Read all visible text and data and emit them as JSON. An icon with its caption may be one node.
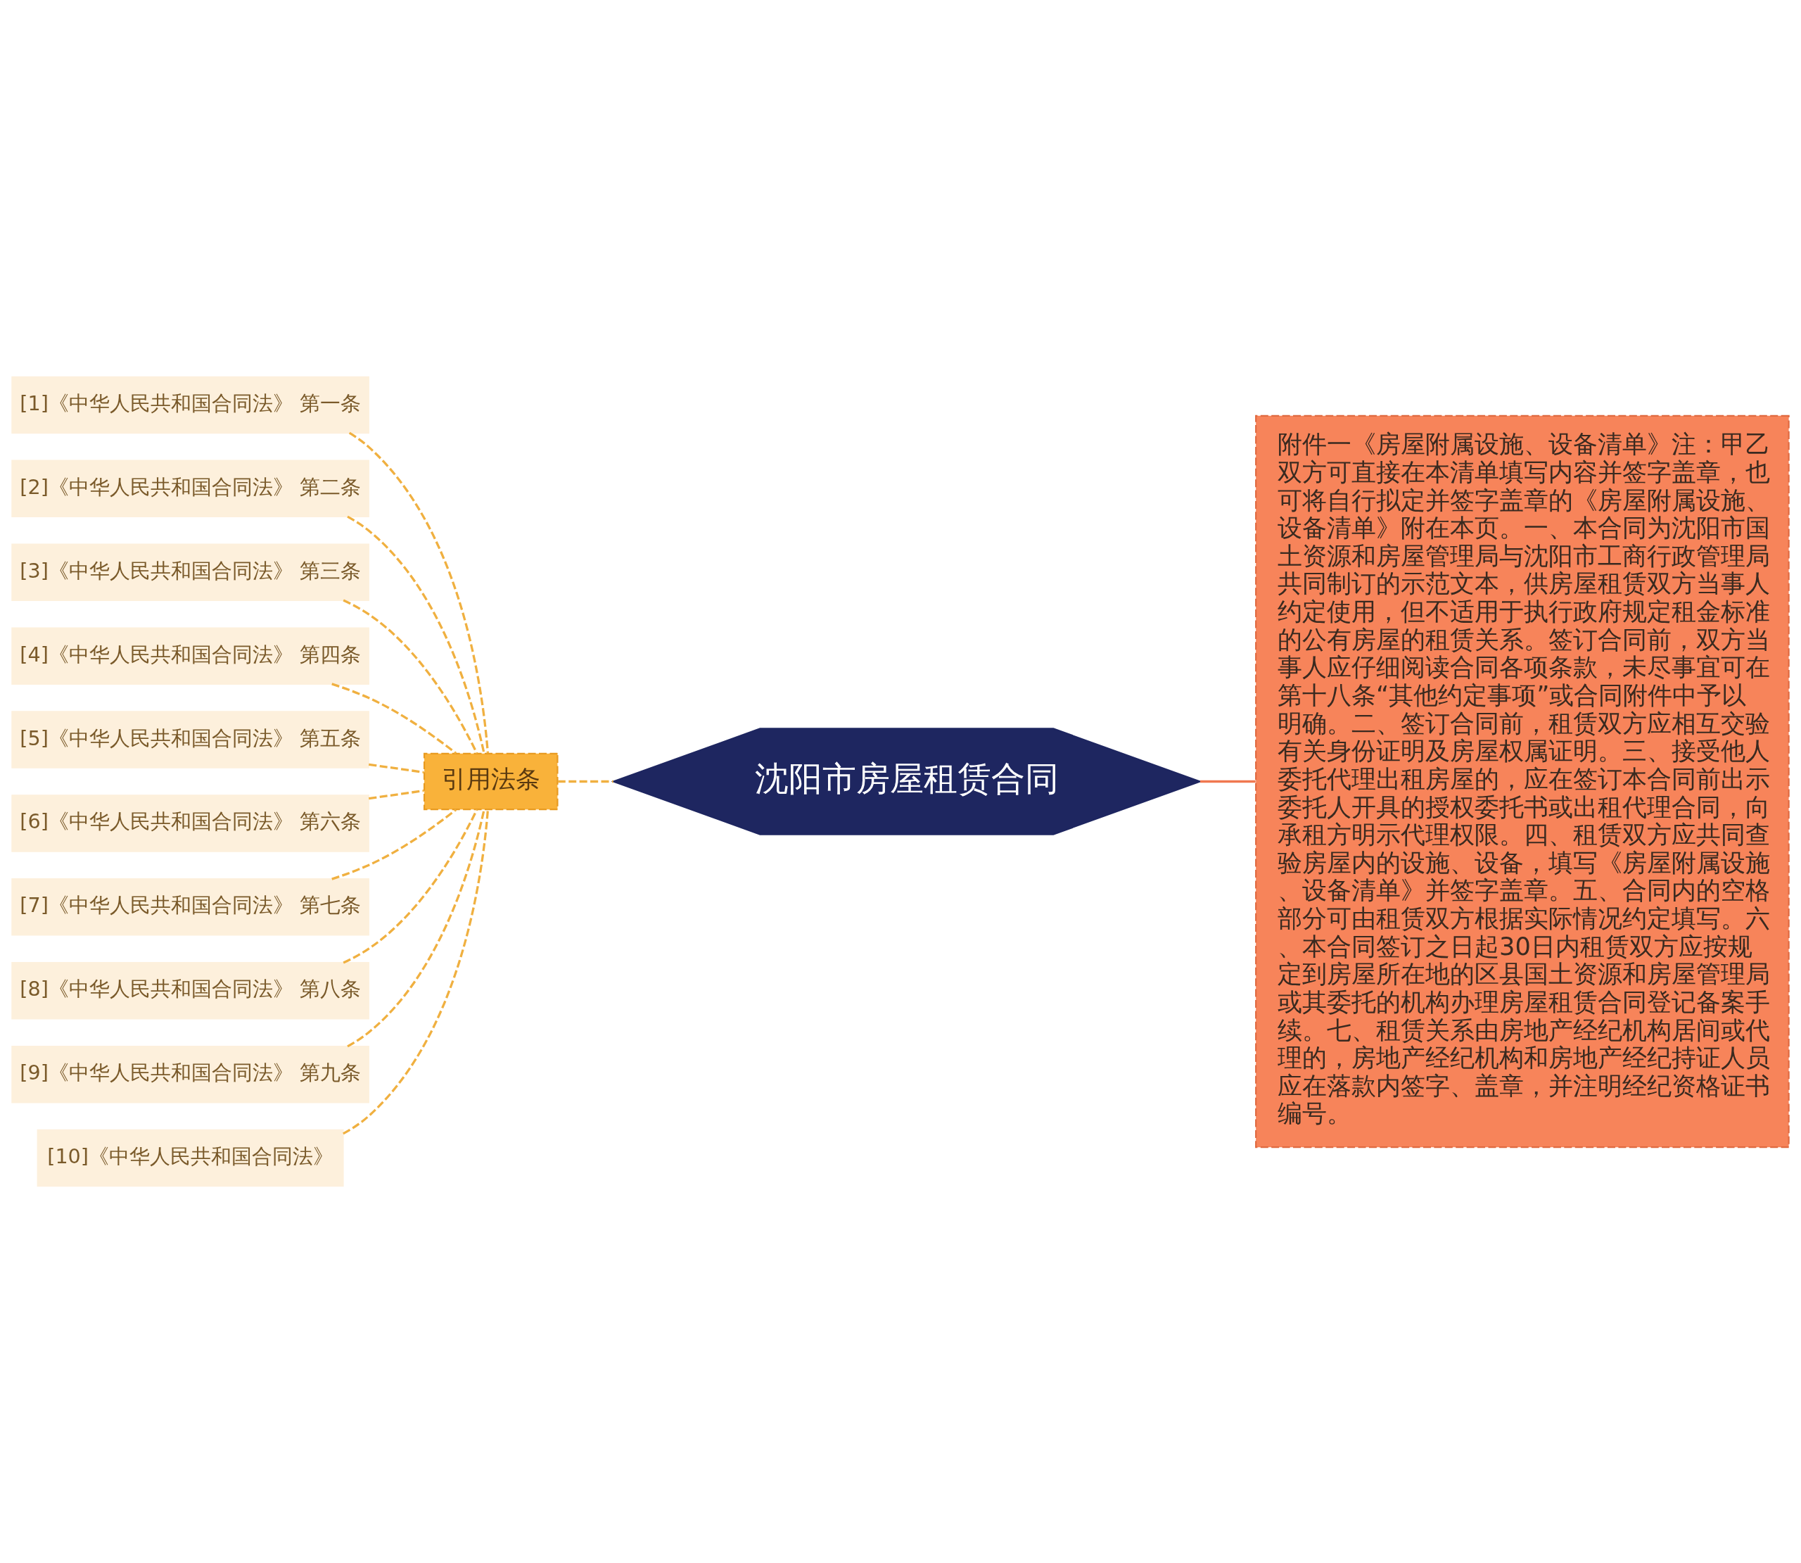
{
  "diagram": {
    "nodes": [
      {
        "text": [
          "沈阳市房屋租赁合同"
        ]
      },
      {
        "text": [
          "引用法条"
        ]
      },
      {
        "text": [
          "[1]《中华人民共和国合同法》 第一条"
        ]
      },
      {
        "text": [
          "[2]《中华人民共和国合同法》 第二条"
        ]
      },
      {
        "text": [
          "[3]《中华人民共和国合同法》 第三条"
        ]
      },
      {
        "text": [
          "[4]《中华人民共和国合同法》 第四条"
        ]
      },
      {
        "text": [
          "[5]《中华人民共和国合同法》 第五条"
        ]
      },
      {
        "text": [
          "[6]《中华人民共和国合同法》 第六条"
        ]
      },
      {
        "text": [
          "[7]《中华人民共和国合同法》 第七条"
        ]
      },
      {
        "text": [
          "[8]《中华人民共和国合同法》 第八条"
        ]
      },
      {
        "text": [
          "[9]《中华人民共和国合同法》 第九条"
        ]
      },
      {
        "text": [
          "[10]《中华人民共和国合同法》"
        ]
      },
      {
        "text": [
          "附件一《房屋附属设施、设备清单》注：甲乙双方可直接在本清单填写内容并签字盖章，也可将自行拟定并签字盖章的《房屋附属设施、设备清单》附在本页。一、本合同为沈阳市国土资源和房屋管理局与沈阳市工商行政管理局共同制订的示范文本，供房屋租赁双方当事人约定使用，但不适用于执行政府规定租金标准的公有房屋的租赁关系。签订合同前，双方当事人应仔细阅读合同各项条款，未尽事宜可在第十八条“其他约定事项”或合同附件中予以明确。二、签订合同前，租赁双方应相互交验有关身份证明及房屋权属证明。三、接受他人委托代理出租房屋的，应在签订本合同前出示委托人开具的授权委托书或出租代理合同，向承租方明示代理权限。四、租赁双方应共同查验房屋内的设施、设备，填写《房屋附属设施、设备清单》并签字盖章。五、合同内的空格部分可由租赁双方根据实际情况约定填写。六、本合同签订之日起30日内租赁双方应按规定到房屋所在地的区县国土资源和房屋管理局或其委托的机构办理房屋租赁合同登记备案手续。七、租赁关系由房地产经纪机构居间或代理的，房地产经纪机构和房地产经纪持证人员应在落款内签字、盖章，并注明经纪资格证书编号。"
        ]
      }
    ],
    "edges": [
      {
        "from": 0,
        "to": 1,
        "arrow": "none",
        "style": "dashed"
      },
      {
        "from": 1,
        "to": 2,
        "arrow": "none",
        "style": "dashed"
      },
      {
        "from": 1,
        "to": 3,
        "arrow": "none",
        "style": "dashed"
      },
      {
        "from": 1,
        "to": 4,
        "arrow": "none",
        "style": "dashed"
      },
      {
        "from": 1,
        "to": 5,
        "arrow": "none",
        "style": "dashed"
      },
      {
        "from": 1,
        "to": 6,
        "arrow": "none",
        "style": "dashed"
      },
      {
        "from": 1,
        "to": 7,
        "arrow": "none",
        "style": "dashed"
      },
      {
        "from": 1,
        "to": 8,
        "arrow": "none",
        "style": "dashed"
      },
      {
        "from": 1,
        "to": 9,
        "arrow": "none",
        "style": "dashed"
      },
      {
        "from": 1,
        "to": 10,
        "arrow": "none",
        "style": "dashed"
      },
      {
        "from": 1,
        "to": 11,
        "arrow": "none",
        "style": "dashed"
      },
      {
        "from": 0,
        "to": 12,
        "arrow": "none",
        "color": "#f07850"
      }
    ]
  }
}
